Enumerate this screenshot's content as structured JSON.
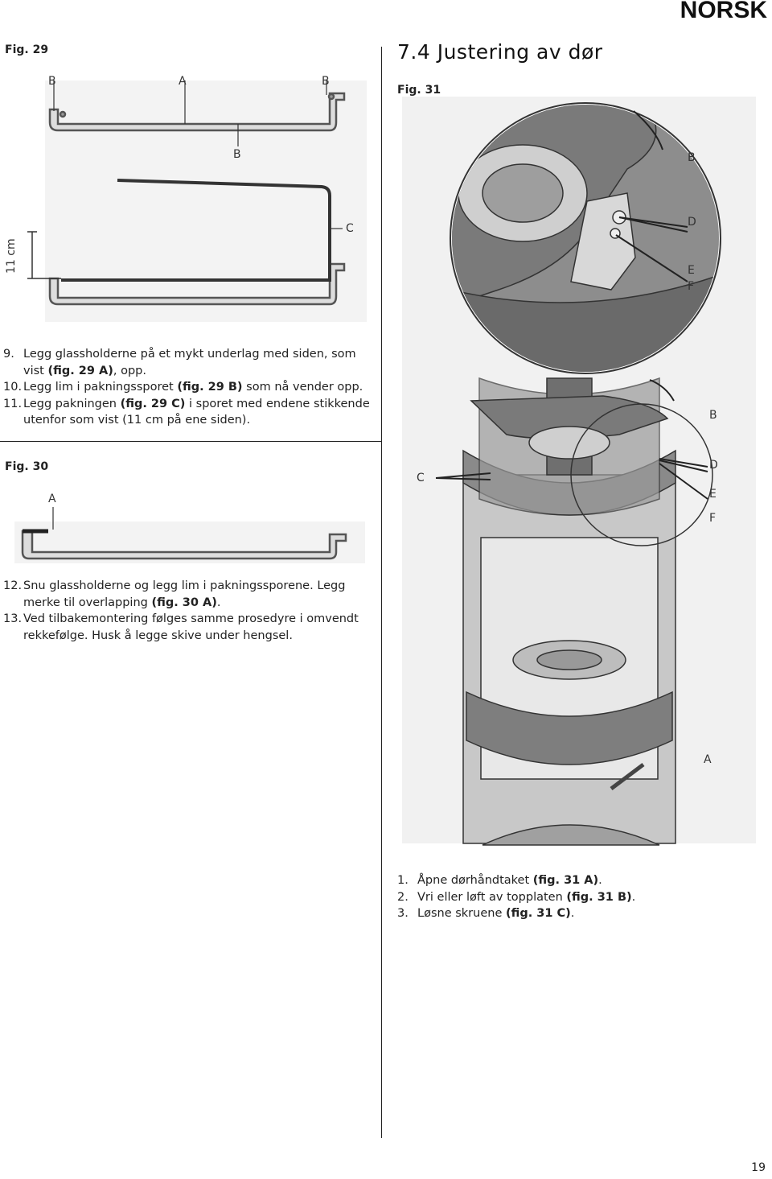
{
  "header": {
    "language_tag": "NORSK"
  },
  "left": {
    "fig29": {
      "label": "Fig. 29",
      "callouts": {
        "b_left": "B",
        "a_top": "A",
        "b_right": "B",
        "b_middle": "B",
        "c": "C",
        "dimension": "11 cm"
      }
    },
    "steps_a": [
      {
        "num": "9.",
        "text": "Legg glassholderne på et mykt underlag med siden, som vist",
        "bold": "(fig. 29 A)",
        "after": ", opp."
      },
      {
        "num": "10.",
        "text": "Legg lim i pakningssporet ",
        "bold": "(fig. 29 B)",
        "after": " som nå vender opp."
      },
      {
        "num": "11.",
        "text": "Legg pakningen ",
        "bold": "(fig. 29 C)",
        "after": " i sporet med endene stikkende utenfor som vist (11 cm på ene siden)."
      }
    ],
    "fig30": {
      "label": "Fig. 30",
      "callouts": {
        "a": "A"
      }
    },
    "steps_b": [
      {
        "num": "12.",
        "text": "Snu glassholderne og legg lim i pakningssporene. Legg merke til overlapping ",
        "bold": "(fig. 30 A)",
        "after": "."
      },
      {
        "num": "13.",
        "text": "Ved tilbakemontering følges samme prosedyre i omvendt rekkefølge. Husk å legge skive under hengsel.",
        "bold": "",
        "after": ""
      }
    ]
  },
  "right": {
    "section_title": "7.4  Justering av dør",
    "fig31": {
      "label": "Fig. 31",
      "callouts": {
        "b_top": "B",
        "d_top": "D",
        "e_top": "E",
        "f_top": "F",
        "b_mid": "B",
        "c_mid": "C",
        "d_mid": "D",
        "e_mid": "E",
        "f_mid": "F",
        "a_bottom": "A"
      }
    },
    "steps": [
      {
        "num": "1.",
        "text": "Åpne dørhåndtaket ",
        "bold": "(fig. 31 A)",
        "after": "."
      },
      {
        "num": "2.",
        "text": "Vri eller løft av topplaten ",
        "bold": "(fig. 31 B)",
        "after": "."
      },
      {
        "num": "3.",
        "text": "Løsne skruene ",
        "bold": "(fig. 31 C)",
        "after": "."
      }
    ]
  },
  "footer": {
    "page_number": "19"
  }
}
